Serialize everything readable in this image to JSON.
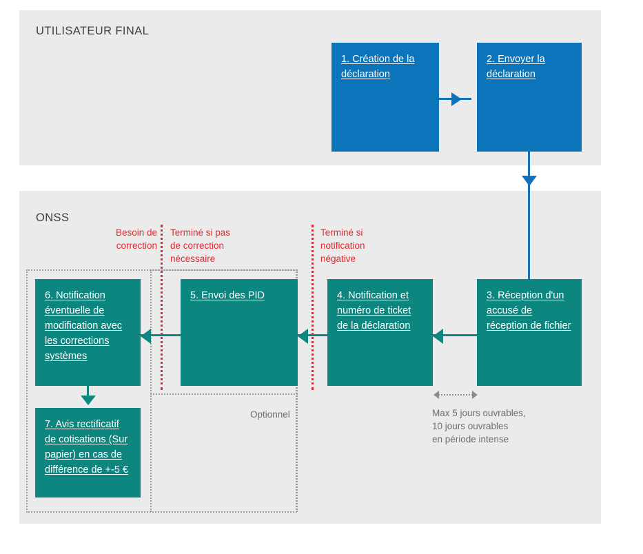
{
  "lanes": [
    {
      "id": "utilisateur-final",
      "title": "UTILISATEUR FINAL"
    },
    {
      "id": "onss",
      "title": "ONSS"
    }
  ],
  "nodes": [
    {
      "id": "1",
      "number": "1.",
      "label": "Création de la déclaration",
      "full": "1. Création de la déclaration",
      "color": "#0c74bb",
      "lane": "utilisateur-final"
    },
    {
      "id": "2",
      "number": "2.",
      "label": "Envoyer la déclaration",
      "full": "2. Envoyer la déclaration",
      "color": "#0c74bb",
      "lane": "utilisateur-final"
    },
    {
      "id": "3",
      "number": "3.",
      "label": "Réception d'un accusé de réception de fichier",
      "full": "3. Réception d'un accusé de réception de fichier",
      "color": "#0d8680",
      "lane": "onss"
    },
    {
      "id": "4",
      "number": "4.",
      "label": "Notification et numéro de ticket de la déclaration",
      "full": "4. Notification et numéro de ticket de la déclaration",
      "color": "#0d8680",
      "lane": "onss"
    },
    {
      "id": "5",
      "number": "5.",
      "label": "Envoi des PID",
      "full": "5. Envoi des PID",
      "color": "#0d8680",
      "lane": "onss"
    },
    {
      "id": "6",
      "number": "6.",
      "label": "Notification éventuelle de modification avec les corrections systèmes",
      "full": "6. Notification éventuelle de modification avec les corrections systèmes",
      "color": "#0d8680",
      "lane": "onss"
    },
    {
      "id": "7",
      "number": "7.",
      "label": "Avis rectificatif de cotisations (Sur papier) en cas de différence de +-5 €",
      "full": "7. Avis rectificatif de cotisations (Sur papier) en cas de différence de +-5 €",
      "color": "#0d8680",
      "lane": "onss"
    }
  ],
  "decision_labels": [
    {
      "id": "besoin-de-correction",
      "text": "Besoin de\ncorrection",
      "color": "#e8272c"
    },
    {
      "id": "termine-si-pas-de-correction",
      "text": "Terminé si pas\nde correction\nnécessaire",
      "color": "#e8272c"
    },
    {
      "id": "termine-si-notification-negative",
      "text": "Terminé si\nnotification\nnégative",
      "color": "#e8272c"
    }
  ],
  "groups": [
    {
      "id": "optionnel",
      "label": "Optionnel",
      "color": "#6e6e6e"
    }
  ],
  "annotations": [
    {
      "id": "sla",
      "text": "Max 5 jours ouvrables,\n10 jours ouvrables\nen période intense",
      "color": "#6e6e6e"
    }
  ],
  "colors": {
    "blue": "#0c74bb",
    "teal": "#0d8680",
    "red": "#e8272c",
    "lane_bg": "#ebebeb",
    "gray_text": "#6e6e6e"
  }
}
